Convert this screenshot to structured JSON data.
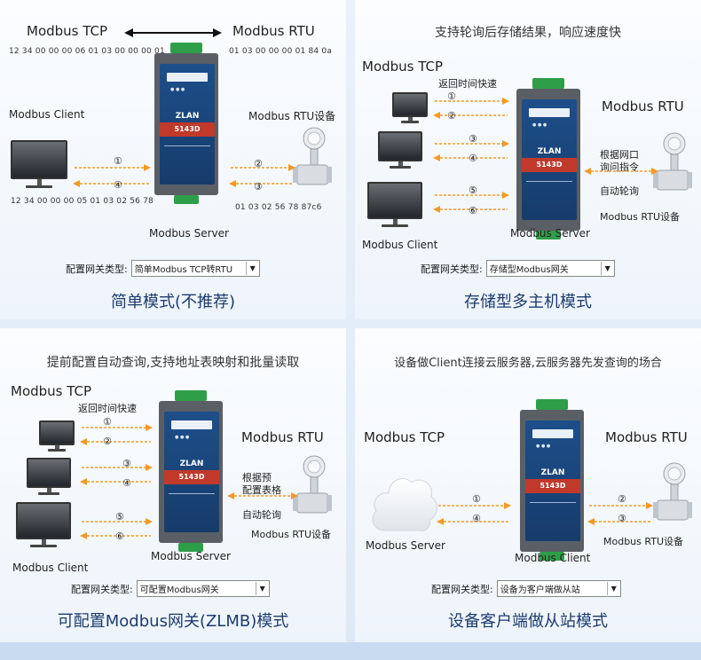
{
  "colors": {
    "accent": "#f39a22",
    "device_blue": "#1d4f8a",
    "mode_title": "#1d3b6e",
    "panel_bg": "#f4f8fd"
  },
  "config_label": "配置网关类型:",
  "device_brand": "ZLAN",
  "device_model": "5143D",
  "panels": [
    {
      "headline": "",
      "left_title": "Modbus TCP",
      "right_title": "Modbus RTU",
      "hex_top_left": "12 34 00 00 00 06 01 03 00 00 00 01",
      "hex_top_right": "01 03 00 00 00 01 84 0a",
      "hex_bottom_left": "12 34 00 00 00 05 01 03 02 56 78",
      "hex_bottom_right": "01 03 02 56 78 87c6",
      "client_label": "Modbus Client",
      "rtu_device_label": "Modbus RTU设备",
      "server_label": "Modbus Server",
      "steps": [
        "①",
        "④",
        "②",
        "③"
      ],
      "select_value": "简单Modbus TCP转RTU",
      "mode_title": "简单模式(不推荐)"
    },
    {
      "headline": "支持轮询后存储结果，响应速度快",
      "left_title": "Modbus TCP",
      "right_title": "Modbus RTU",
      "fast_return": "返回时间快速",
      "note_line1": "根据网口",
      "note_line2": "询问指令",
      "auto_poll": "自动轮询",
      "rtu_device_label": "Modbus RTU设备",
      "client_label": "Modbus Client",
      "server_label": "Modbus Server",
      "steps": [
        "①",
        "②",
        "③",
        "④",
        "⑤",
        "⑥"
      ],
      "select_value": "存储型Modbus网关",
      "mode_title": "存储型多主机模式"
    },
    {
      "headline": "提前配置自动查询,支持地址表映射和批量读取",
      "left_title": "Modbus TCP",
      "right_title": "Modbus RTU",
      "fast_return": "返回时间快速",
      "note_line1": "根据预",
      "note_line2": "配置表格",
      "auto_poll": "自动轮询",
      "rtu_device_label": "Modbus RTU设备",
      "client_label": "Modbus Client",
      "server_label": "Modbus Server",
      "steps": [
        "①",
        "②",
        "③",
        "④",
        "⑤",
        "⑥"
      ],
      "select_value": "可配置Modbus网关",
      "mode_title": "可配置Modbus网关(ZLMB)模式"
    },
    {
      "headline": "设备做Client连接云服务器,云服务器先发查询的场合",
      "left_title": "Modbus TCP",
      "right_title": "Modbus RTU",
      "cloud_server_label": "Modbus Server",
      "client_label": "Modbus Client",
      "rtu_device_label": "Modbus RTU设备",
      "steps": [
        "①",
        "④",
        "②",
        "③"
      ],
      "select_value": "设备为客户端做从站",
      "mode_title": "设备客户端做从站模式"
    }
  ]
}
